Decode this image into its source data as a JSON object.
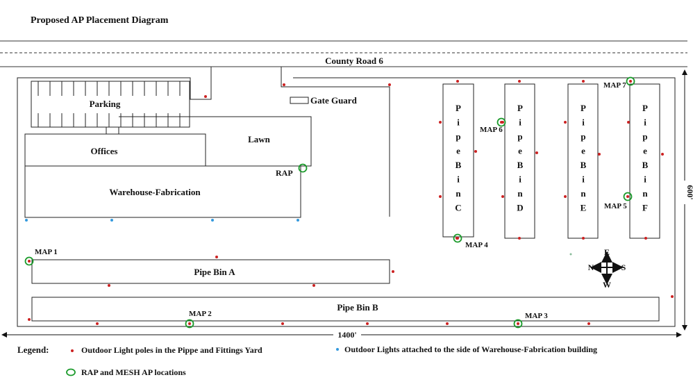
{
  "title": "Proposed AP Placement Diagram",
  "road_label": "County Road 6",
  "areas": {
    "parking": "Parking",
    "offices": "Offices",
    "lawn": "Lawn",
    "warehouse": "Warehouse-Fabrication",
    "gate_guard": "Gate Guard",
    "pipe_bin_a": "Pipe Bin A",
    "pipe_bin_b": "Pipe Bin B"
  },
  "vertical_bins": [
    {
      "id": "c",
      "letters": [
        "P",
        "i",
        "p",
        "e",
        "B",
        "i",
        "n",
        "C"
      ]
    },
    {
      "id": "d",
      "letters": [
        "P",
        "i",
        "p",
        "e",
        "B",
        "i",
        "n",
        "D"
      ]
    },
    {
      "id": "e",
      "letters": [
        "P",
        "i",
        "p",
        "e",
        "B",
        "i",
        "n",
        "E"
      ]
    },
    {
      "id": "f",
      "letters": [
        "P",
        "i",
        "p",
        "e",
        "B",
        "i",
        "n",
        "F"
      ]
    }
  ],
  "ap_labels": {
    "rap": "RAP",
    "map1": "MAP 1",
    "map2": "MAP 2",
    "map3": "MAP 3",
    "map4": "MAP 4",
    "map5": "MAP 5",
    "map6": "MAP 6",
    "map7": "MAP 7"
  },
  "dimensions": {
    "width": "1400'",
    "height": "600'"
  },
  "compass": {
    "n": "N",
    "s": "S",
    "e": "E",
    "w": "W"
  },
  "legend": {
    "heading": "Legend:",
    "red_dot": "Outdoor Light poles in the Pippe and Fittings Yard",
    "blue_dot": "Outdoor Lights attached to the side of Warehouse-Fabrication building",
    "green_circle": "RAP and MESH AP locations"
  },
  "colors": {
    "pole_dot": "#cc2222",
    "wall_light_dot": "#3399dd",
    "ap_circle": "#1a9a2a"
  }
}
